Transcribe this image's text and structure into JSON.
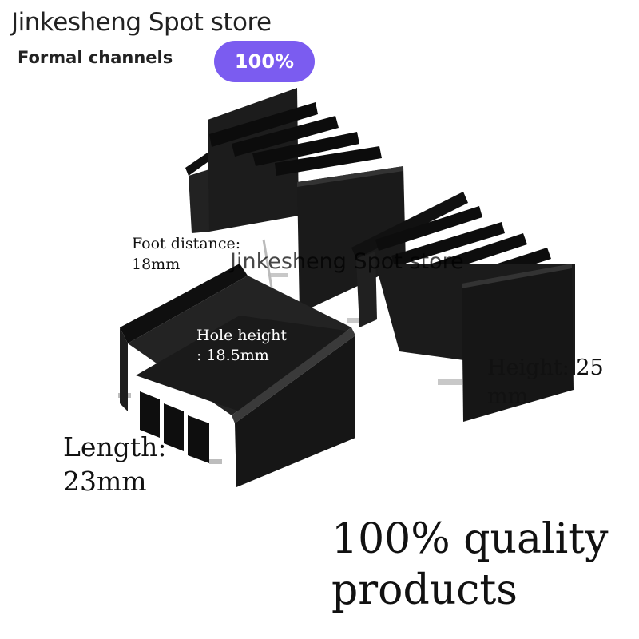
{
  "header": {
    "store_name": "Jinkesheng Spot store",
    "channel_text": "Formal channels",
    "badge_text": "100%"
  },
  "labels": {
    "foot_distance_line1": "Foot distance:",
    "foot_distance_line2": "18mm",
    "watermark": "Jinkesheng Spot store",
    "hole_height_line1": "Hole height",
    "hole_height_line2": ": 18.5mm",
    "height_line1": "Height: 25",
    "height_line2": "mm",
    "length_line1": "Length:",
    "length_line2": "23mm",
    "quality_line1": "100% quality",
    "quality_line2": "products"
  },
  "colors": {
    "badge": "#7b5cf0",
    "heatsink": "#151515"
  }
}
